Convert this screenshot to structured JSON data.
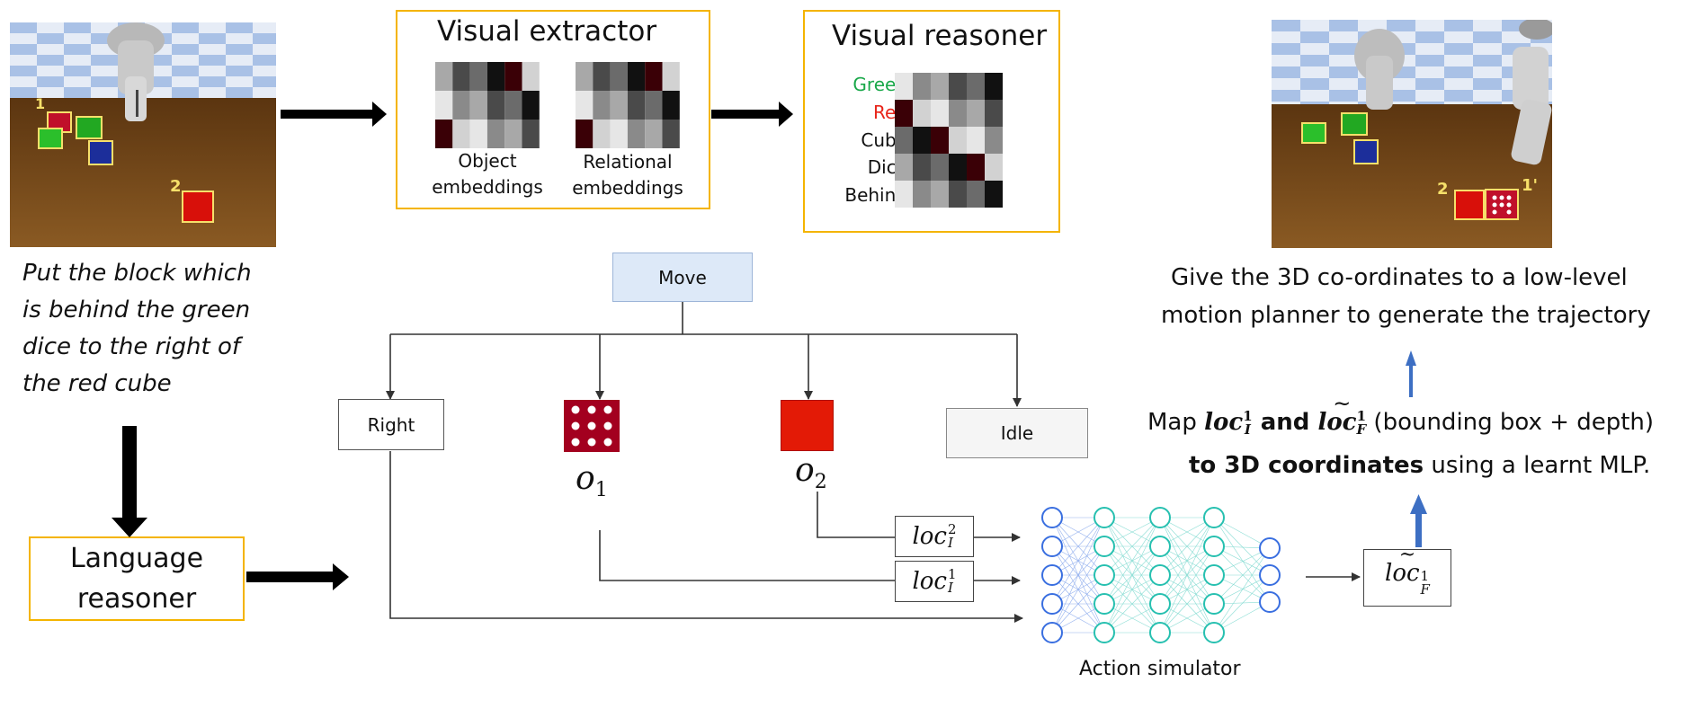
{
  "instruction": {
    "lines": [
      "Put the block which",
      "is behind the green",
      "dice to the right of",
      "the red cube"
    ]
  },
  "language_reasoner": {
    "line1": "Language",
    "line2": "reasoner"
  },
  "visual_extractor": {
    "title": "Visual extractor",
    "object_caption_1": "Object",
    "object_caption_2": "embeddings",
    "relational_caption_1": "Relational",
    "relational_caption_2": "embeddings"
  },
  "visual_reasoner": {
    "title": "Visual reasoner",
    "labels": [
      {
        "text": "Green",
        "color": "#1aa84a"
      },
      {
        "text": "Red",
        "color": "#e8251a"
      },
      {
        "text": "Cube",
        "color": "#111111"
      },
      {
        "text": "Dice",
        "color": "#111111"
      },
      {
        "text": "Behind",
        "color": "#111111"
      }
    ]
  },
  "scene_labels": {
    "left_1": "1",
    "left_2": "2",
    "right_2": "2",
    "right_1p": "1'"
  },
  "program": {
    "root": "Move",
    "right": "Right",
    "idle": "Idle",
    "o1": "o",
    "o1_sub": "1",
    "o2": "o",
    "o2_sub": "2"
  },
  "locs": {
    "loc2": "loc",
    "loc2_sup": "2",
    "loc2_sub": "I",
    "loc1": "loc",
    "loc1_sup": "1",
    "loc1_sub": "I",
    "locF": "loc",
    "locF_sup": "1",
    "locF_sub": "F"
  },
  "action_simulator": {
    "label": "Action simulator"
  },
  "map_text": {
    "map_word": "Map",
    "loc_I": "loc",
    "loc_I_sup": "1",
    "loc_I_sub": "I",
    "and_word": "and",
    "loc_F": "loc",
    "loc_F_sup": "1",
    "loc_F_sub": "F",
    "paren": "(bounding box + depth)",
    "to_3d": "to 3D coordinates",
    "rest": "using a learnt MLP."
  },
  "give_text": {
    "line1": "Give the 3D co-ordinates to a low-level",
    "line2": "motion planner to generate the trajectory"
  },
  "colors": {
    "accent_border": "#f4b400",
    "move_fill": "#dde9f8",
    "move_border": "#9db5d8",
    "dice_red": "#a3001f",
    "cube_red": "#e31a06",
    "blue_arrow": "#3d6fc3",
    "mlp_blue": "#3a6fe0",
    "mlp_teal": "#27c0b0"
  },
  "icons": [
    "black-arrow-right",
    "black-arrow-down",
    "blue-arrow-up",
    "neural-network",
    "dice-icon",
    "cube-icon"
  ]
}
